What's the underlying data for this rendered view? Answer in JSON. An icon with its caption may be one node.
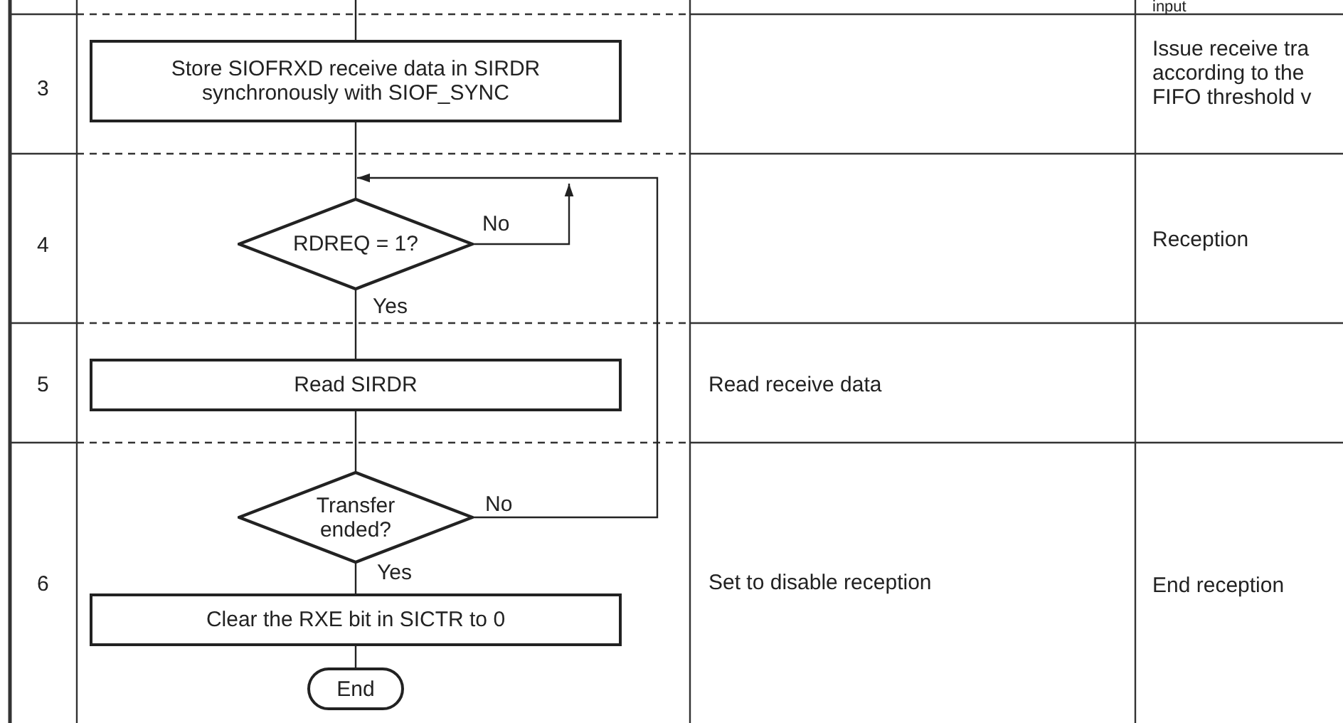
{
  "diagram": {
    "nodes": [
      {
        "text": [
          "Store SIOFRXD receive data in SIRDR synchronously with SIOF_SYNC"
        ]
      },
      {
        "text": [
          "RDREQ = 1?"
        ]
      },
      {
        "text": [
          "Read SIRDR"
        ]
      },
      {
        "text": [
          "Transfer ended?"
        ]
      },
      {
        "text": [
          "Clear the RXE bit in SICTR to 0"
        ]
      },
      {
        "text": [
          "End"
        ]
      }
    ],
    "edges": [
      {
        "from": null,
        "to": 0,
        "arrow": "none"
      },
      {
        "from": 0,
        "to": 1,
        "arrow": "none"
      },
      {
        "from": 1,
        "to": null,
        "arrow": "to",
        "label": "No"
      },
      {
        "from": 1,
        "to": 2,
        "arrow": "none",
        "label": "Yes"
      },
      {
        "from": 2,
        "to": 3,
        "arrow": "none"
      },
      {
        "from": 3,
        "to": 1,
        "arrow": "to",
        "label": "No"
      },
      {
        "from": 3,
        "to": 4,
        "arrow": "none",
        "label": "Yes"
      },
      {
        "from": 4,
        "to": 5,
        "arrow": "none"
      }
    ],
    "labels": [
      "input",
      "3",
      "Issue receive tra according to the FIFO threshold v",
      "4",
      "Reception",
      "5",
      "Read receive data",
      "6",
      "Set to disable reception",
      "End reception"
    ]
  }
}
